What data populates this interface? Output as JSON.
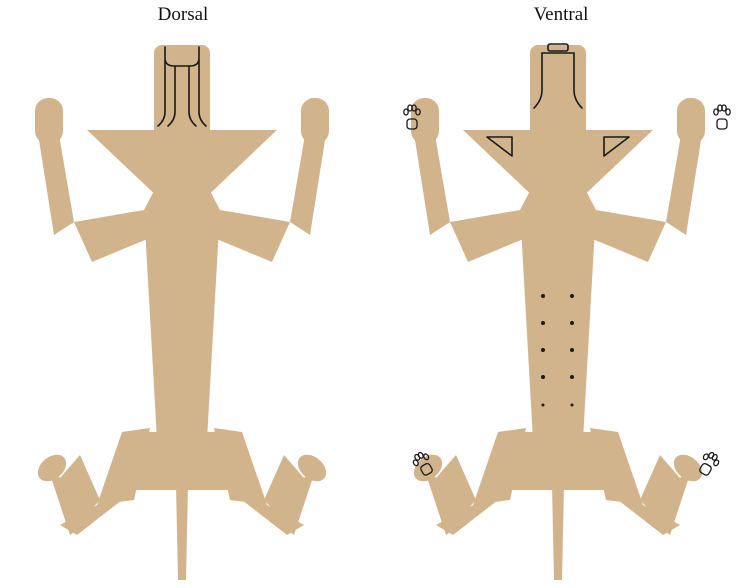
{
  "views": {
    "dorsal": {
      "label": "Dorsal"
    },
    "ventral": {
      "label": "Ventral"
    }
  },
  "colors": {
    "hide": "#d2b48c",
    "outline": "#1a1a1a",
    "background": "#ffffff"
  },
  "ventral_markings": {
    "nipple_pairs": 5,
    "paws_shown": 4
  }
}
